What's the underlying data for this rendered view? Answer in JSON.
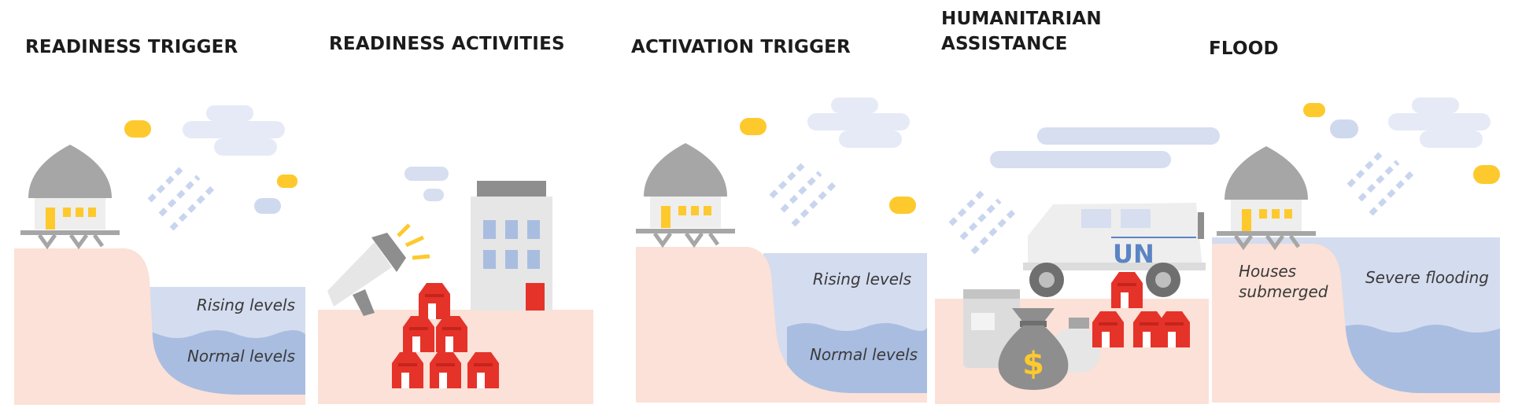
{
  "palette": {
    "ground": "#fbe1d7",
    "rising_water": "#d4dcef",
    "normal_water": "#a9bde1",
    "cloud": "#e6eaf6",
    "cloud_dark": "#cfd9ee",
    "sun": "#fdc92c",
    "roof": "#a6a6a6",
    "house_wall": "#eeeeee",
    "window": "#fdc92c",
    "stilts": "#a6a6a6",
    "rain": "#c9d5ee",
    "supply_red": "#e5332a",
    "building": "#e6e6e6",
    "building_window": "#a9bde1",
    "vehicle": "#eeeeee",
    "wheel": "#6f6f6f",
    "un_blue": "#5b84c4",
    "money_bag": "#8e8e8e",
    "container": "#dcdcdc"
  },
  "panels": [
    {
      "id": "readiness-trigger",
      "heading": [
        "READINESS TRIGGER"
      ],
      "water_labels": {
        "rising": "Rising levels",
        "normal": "Normal levels"
      },
      "icons": [
        "hut-icon",
        "sun-icon",
        "cloud-icon",
        "rain-icon"
      ]
    },
    {
      "id": "readiness-activities",
      "heading": [
        "READINESS ACTIVITIES"
      ],
      "icons": [
        "megaphone-icon",
        "office-building-icon",
        "supply-boxes-icon",
        "cloud-icon"
      ]
    },
    {
      "id": "activation-trigger",
      "heading": [
        "ACTIVATION TRIGGER"
      ],
      "water_labels": {
        "rising": "Rising levels",
        "normal": "Normal levels"
      },
      "icons": [
        "hut-icon",
        "sun-icon",
        "cloud-icon",
        "rain-icon"
      ]
    },
    {
      "id": "humanitarian-assistance",
      "heading": [
        "HUMANITARIAN",
        "ASSISTANCE"
      ],
      "vehicle_text": "UN",
      "currency_symbol": "$",
      "icons": [
        "un-vehicle-icon",
        "money-bag-icon",
        "supply-boxes-icon",
        "container-icon",
        "rain-icon",
        "cloud-icon"
      ]
    },
    {
      "id": "flood",
      "heading": [
        "FLOOD"
      ],
      "flood_labels": {
        "houses": [
          "Houses",
          "submerged"
        ],
        "severe": "Severe flooding"
      },
      "icons": [
        "hut-icon",
        "sun-icon",
        "cloud-icon",
        "rain-icon"
      ]
    }
  ]
}
